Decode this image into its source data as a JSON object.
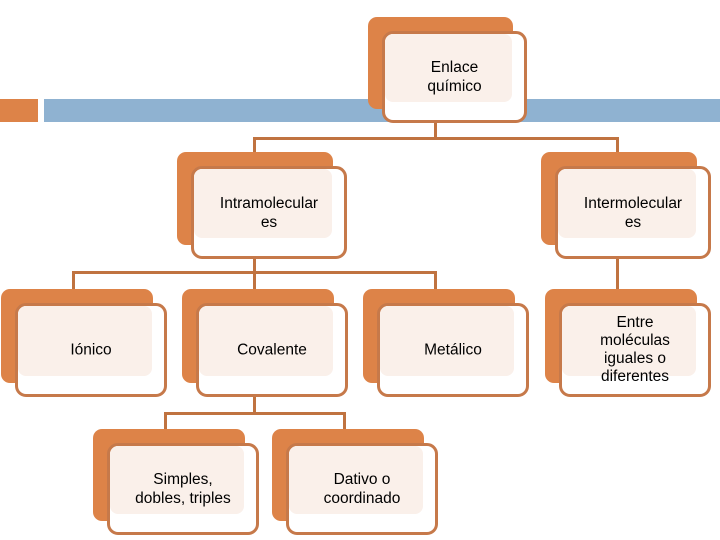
{
  "diagram": {
    "title": "Enlace químico",
    "type": "hierarchy-tree",
    "colors": {
      "shadow": "#DD8348",
      "border": "#C6794A",
      "card_fill": "#FAF0EA",
      "connector": "#C07340",
      "banner_orange": "#DD8348",
      "banner_blue": "#8FB2D1",
      "text": "#000000"
    },
    "banner": {
      "orange_block": "",
      "blue_bar": ""
    },
    "nodes": {
      "root": {
        "label": "Enlace\nquímico"
      },
      "intramoleculares": {
        "label": "Intramolecular\nes"
      },
      "intermoleculares": {
        "label": "Intermolecular\nes"
      },
      "ionico": {
        "label": "Iónico"
      },
      "covalente": {
        "label": "Covalente"
      },
      "metalico": {
        "label": "Metálico"
      },
      "entre_moleculas": {
        "label": "Entre\nmoléculas\niguales o\ndiferentes"
      },
      "simples_dobles_triples": {
        "label": "Simples,\ndobles, triples"
      },
      "dativo_coordinado": {
        "label": "Dativo o\ncoordinado"
      }
    }
  }
}
